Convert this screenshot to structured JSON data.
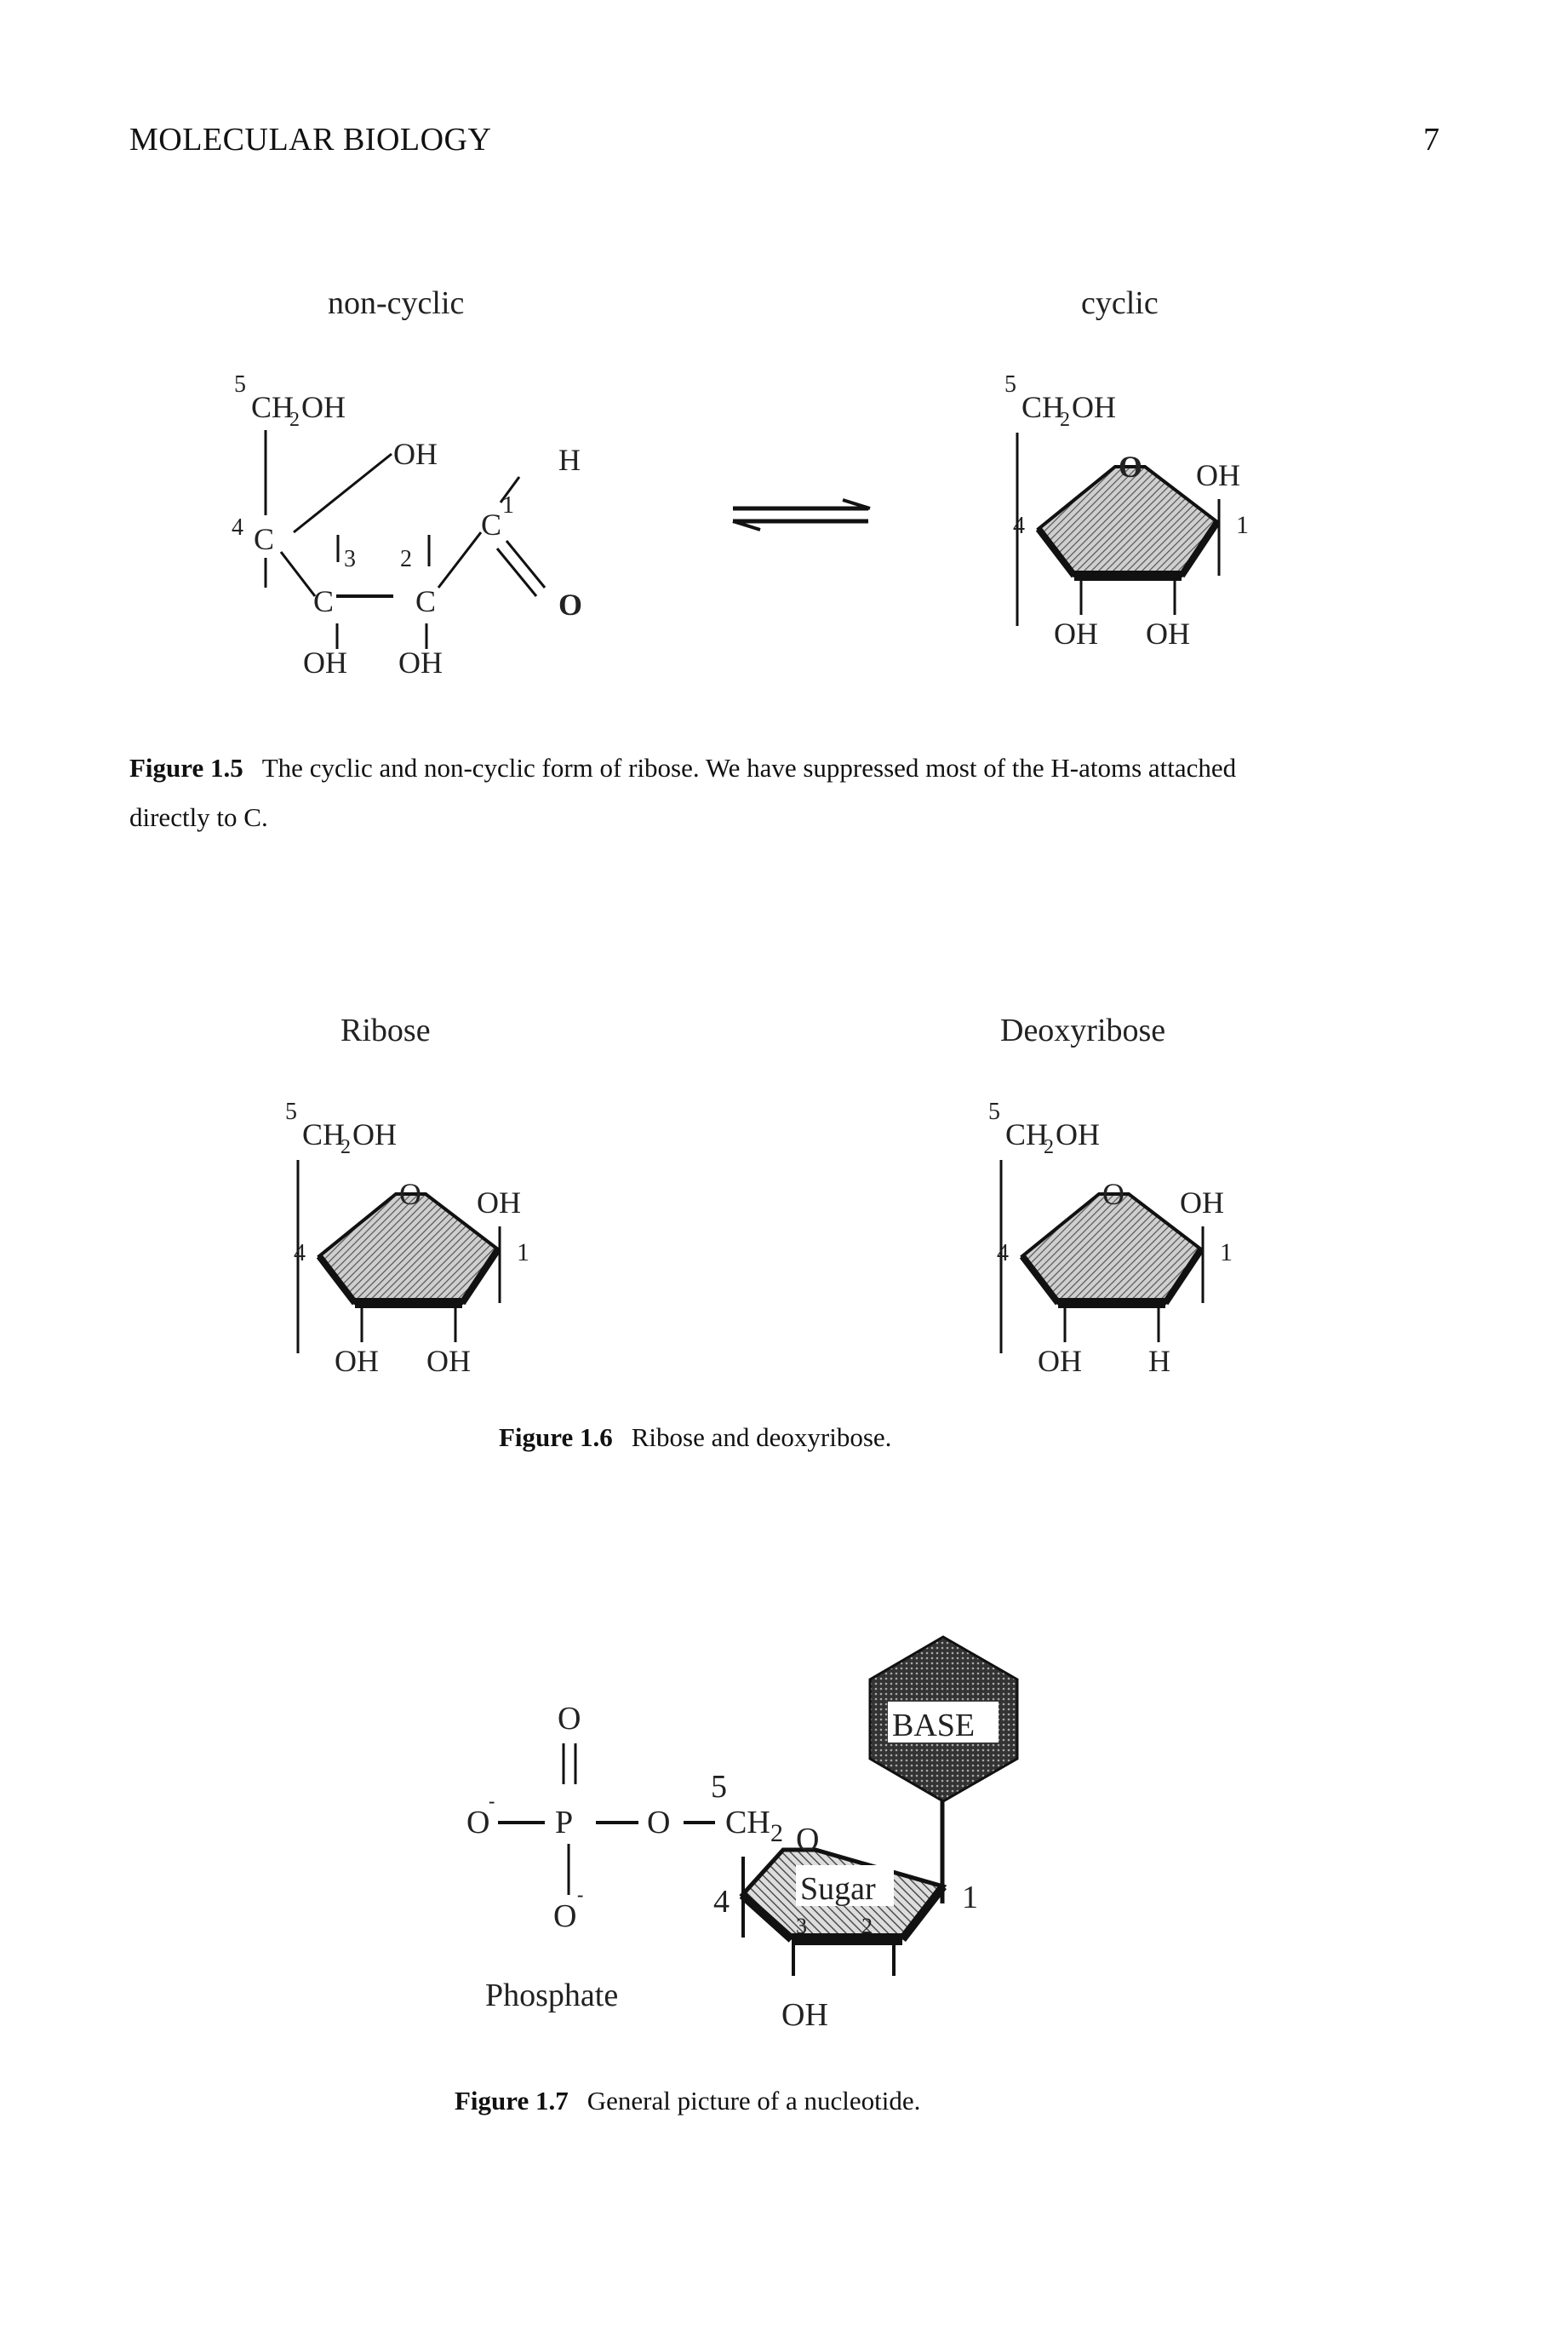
{
  "header": {
    "running_title": "MOLECULAR BIOLOGY",
    "page_number": "7"
  },
  "fig15": {
    "left_title": "non-cyclic",
    "right_title": "cyclic",
    "labels": {
      "c5": "5",
      "ch": "CH",
      "sub2": "2",
      "oh": "OH",
      "c4": "4",
      "c": "C",
      "c3": "3",
      "c2": "2",
      "c1": "1",
      "h": "H",
      "o": "O"
    },
    "caption_label": "Figure 1.5",
    "caption_text": "The cyclic and non-cyclic form of ribose. We have suppressed most of the H-atoms attached",
    "caption_text_2": "directly to C."
  },
  "ring": {
    "c5": "5",
    "ch": "CH",
    "sub2": "2",
    "oh": "OH",
    "o": "O",
    "c4": "4",
    "c1": "1",
    "c3": "3",
    "c2": "2",
    "h": "H"
  },
  "fig16": {
    "left_title": "Ribose",
    "right_title": "Deoxyribose",
    "caption_label": "Figure 1.6",
    "caption_text": "Ribose and deoxyribose."
  },
  "fig17": {
    "o": "O",
    "p": "P",
    "minus": "-",
    "c5": "5",
    "ch": "CH",
    "sub2": "2",
    "c4": "4",
    "c1": "1",
    "c3": "3",
    "c2": "2",
    "base": "BASE",
    "sugar": "Sugar",
    "phosphate": "Phosphate",
    "oh": "OH",
    "caption_label": "Figure 1.7",
    "caption_text": "General picture of a nucleotide."
  }
}
